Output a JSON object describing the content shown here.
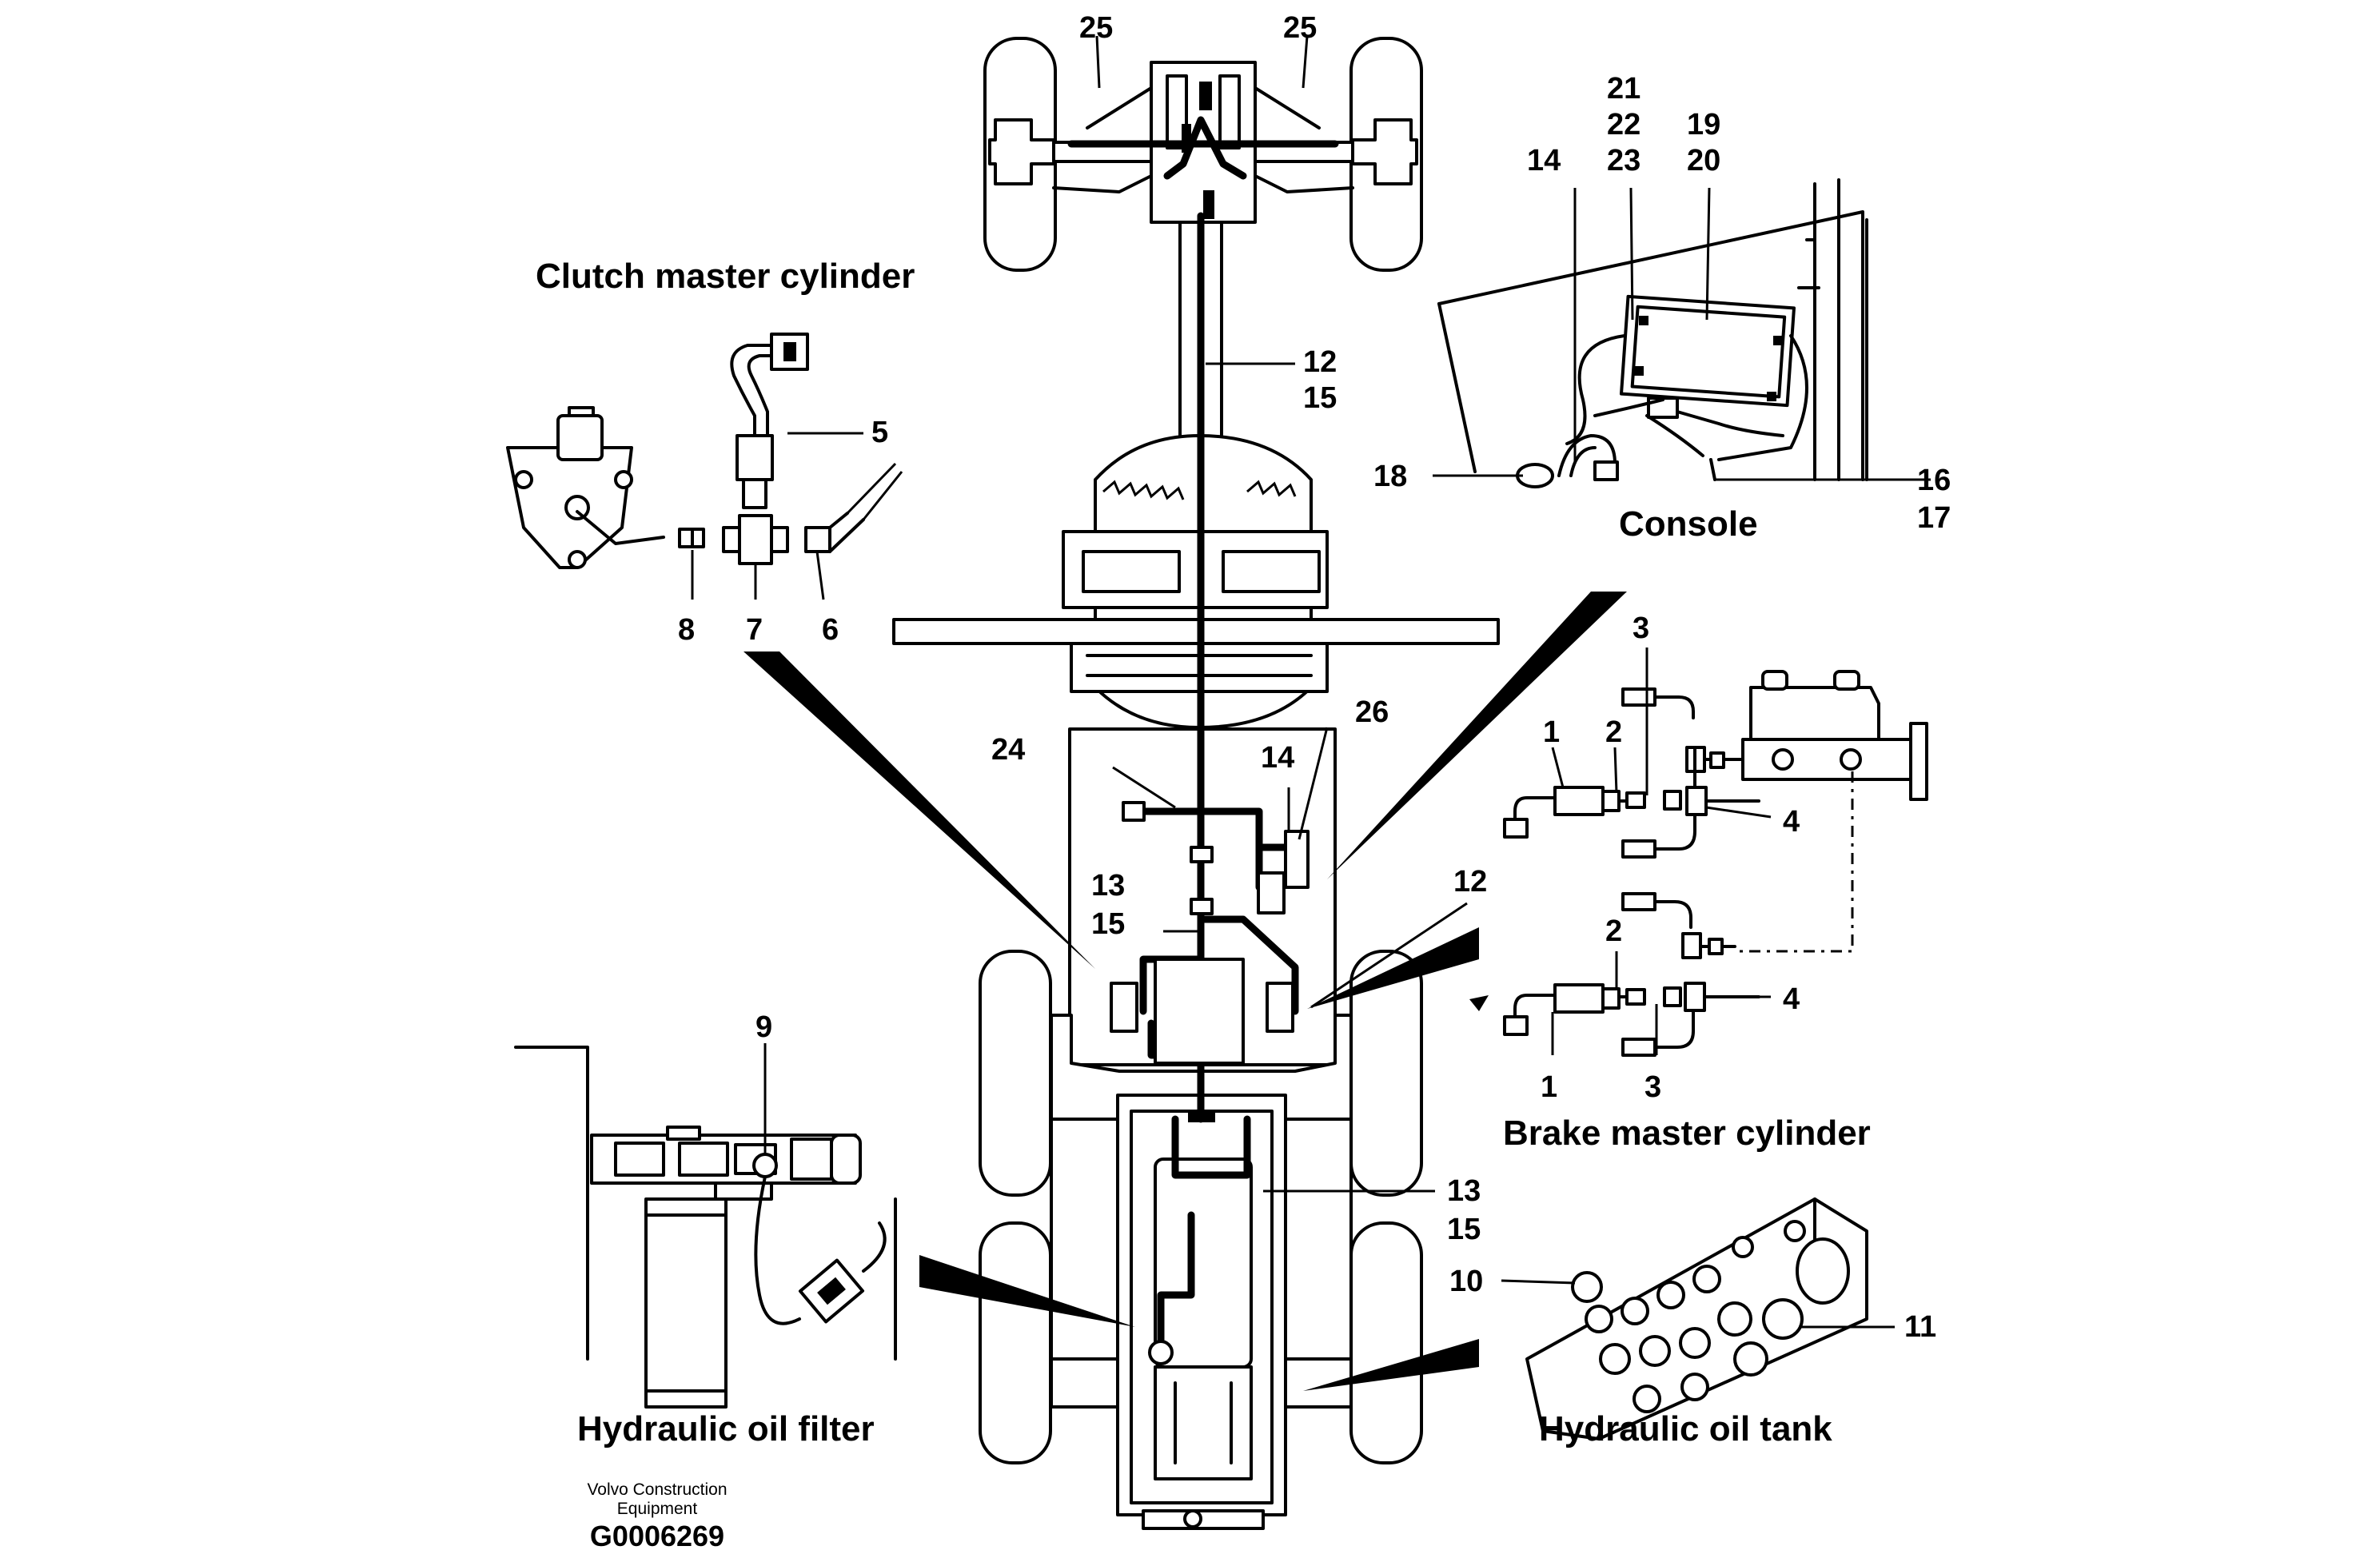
{
  "sections": {
    "clutch": "Clutch master cylinder",
    "console": "Console",
    "brake": "Brake master cylinder",
    "filter": "Hydraulic oil filter",
    "tank": "Hydraulic oil tank"
  },
  "credit": {
    "line1": "Volvo Construction",
    "line2": "Equipment",
    "code": "G0006269"
  },
  "callouts": {
    "c25a": "25",
    "c25b": "25",
    "c12a": "12",
    "c15a": "15",
    "c21": "21",
    "c22": "22",
    "c23": "23",
    "c19": "19",
    "c20": "20",
    "c14a": "14",
    "c18": "18",
    "c16": "16",
    "c17": "17",
    "c5": "5",
    "c8": "8",
    "c7": "7",
    "c6": "6",
    "c24": "24",
    "c14b": "14",
    "c26": "26",
    "c13a": "13",
    "c15b": "15",
    "c12b": "12",
    "c3a": "3",
    "c1a": "1",
    "c2a": "2",
    "c4a": "4",
    "c2b": "2",
    "c4b": "4",
    "c1b": "1",
    "c3b": "3",
    "c9": "9",
    "c13b": "13",
    "c15c": "15",
    "c10": "10",
    "c11": "11"
  }
}
